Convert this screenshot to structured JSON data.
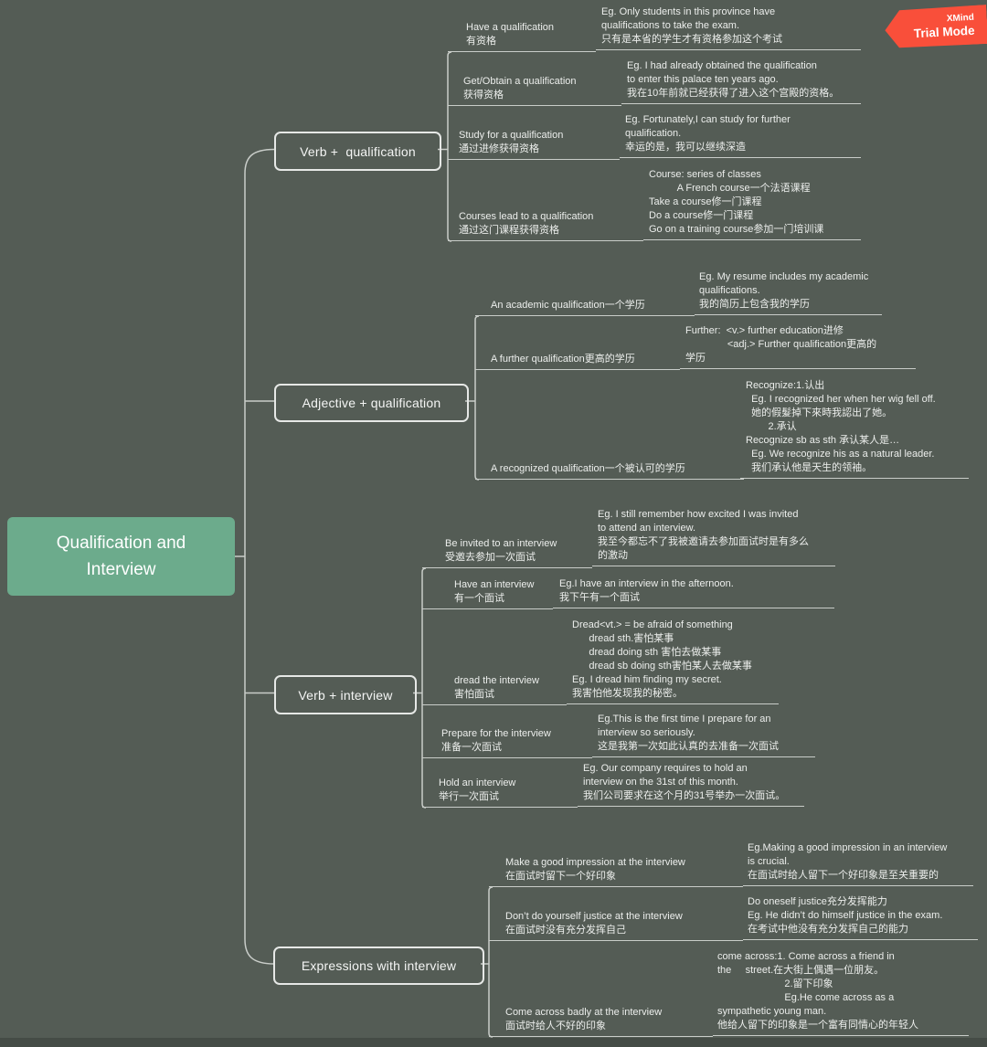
{
  "badge": {
    "app": "XMind",
    "mode": "Trial Mode",
    "color": "#f94f3a"
  },
  "root": {
    "label": "Qualification and\nInterview",
    "color": "#6cab8c"
  },
  "branches": [
    {
      "label": "Verb +  qualification",
      "children": [
        {
          "label": "Have a qualification\n有资格",
          "note": "Eg. Only students in this province have\nqualifications to take the exam.\n只有是本省的学生才有资格参加这个考试"
        },
        {
          "label": "Get/Obtain a qualification\n获得资格",
          "note": "Eg. I had already obtained the qualification\nto enter this palace ten years ago.\n我在10年前就已经获得了进入这个宫殿的资格。"
        },
        {
          "label": "Study for a qualification\n通过进修获得资格",
          "note": "Eg. Fortunately,I can study for further\nqualification.\n幸运的是，我可以继续深造"
        },
        {
          "label": "Courses lead to a qualification\n通过这门课程获得资格",
          "note": "Course: series of classes\n          A French course一个法语课程\nTake a course修一门课程\nDo a course修一门课程\nGo on a training course参加一门培训课"
        }
      ]
    },
    {
      "label": "Adjective + qualification",
      "children": [
        {
          "label": "An academic qualification一个学历",
          "note": "Eg. My resume includes my academic\nqualifications.\n我的简历上包含我的学历"
        },
        {
          "label": "A further qualification更高的学历",
          "note": "Further:  <v.> further education进修\n               <adj.> Further qualification更高的\n学历"
        },
        {
          "label": "A recognized qualification一个被认可的学历",
          "note": "Recognize:1.认出\n  Eg. I recognized her when her wig fell off.\n  她的假髮掉下來時我認出了她。\n        2.承认\nRecognize sb as sth 承认某人是…\n  Eg. We recognize his as a natural leader.\n  我们承认他是天生的领袖。"
        }
      ]
    },
    {
      "label": "Verb + interview",
      "children": [
        {
          "label": "Be invited to an interview\n受邀去参加一次面试",
          "note": "Eg. I still remember how excited I was invited\nto attend an interview.\n我至今都忘不了我被邀请去参加面试时是有多么\n的激动"
        },
        {
          "label": "Have an interview\n有一个面试",
          "note": "Eg.I have an interview in the afternoon.\n我下午有一个面试"
        },
        {
          "label": "dread the interview\n害怕面试",
          "note": "Dread<vt.> = be afraid of something\n      dread sth.害怕某事\n      dread doing sth 害怕去做某事\n      dread sb doing sth害怕某人去做某事\nEg. I dread him finding my secret.\n我害怕他发现我的秘密。"
        },
        {
          "label": "Prepare for the interview\n准备一次面试",
          "note": "Eg.This is the first time I prepare for an\ninterview so seriously.\n这是我第一次如此认真的去准备一次面试"
        },
        {
          "label": "Hold an interview\n举行一次面试",
          "note": "Eg. Our company requires to hold an\ninterview on the 31st of this month.\n我们公司要求在这个月的31号举办一次面试。"
        }
      ]
    },
    {
      "label": "Expressions with interview",
      "children": [
        {
          "label": "Make a good impression at the interview\n在面试时留下一个好印象",
          "note": "Eg.Making a good impression in an interview\nis crucial.\n在面试时给人留下一个好印象是至关重要的"
        },
        {
          "label": "Don’t do yourself justice at the interview\n在面试时没有充分发挥自己",
          "note": "Do oneself justice充分发挥能力\nEg. He didn’t do himself justice in the exam.\n在考试中他没有充分发挥自己的能力"
        },
        {
          "label": "Come across badly at the interview\n面试时给人不好的印象",
          "note": "come across:1. Come across a friend in\nthe     street.在大街上偶遇一位朋友。\n                        2.留下印象\n                        Eg.He come across as a\nsympathetic young man.\n他给人留下的印象是一个富有同情心的年轻人"
        }
      ]
    }
  ]
}
